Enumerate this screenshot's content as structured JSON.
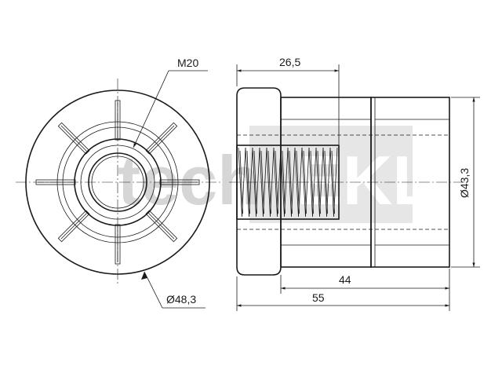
{
  "watermark": {
    "left_text": "tech",
    "right_text": "EKL",
    "color": "#d6d6d6"
  },
  "dimensions": {
    "thread": "M20",
    "outer_diameter_front": "Ø48,3",
    "cap_length": "26,5",
    "body_diameter": "Ø43,3",
    "body_length": "44",
    "total_length": "55"
  },
  "colors": {
    "line": "#1a1a1a",
    "background": "#ffffff"
  }
}
